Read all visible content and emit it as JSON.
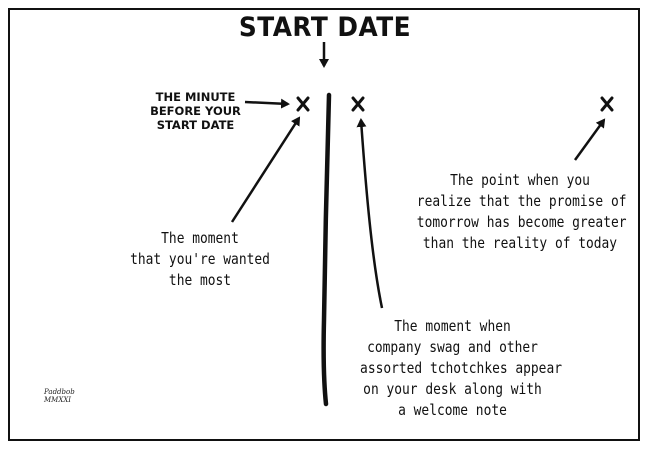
{
  "title": "START DATE",
  "annotations": {
    "minute_before": "THE MINUTE\nBEFORE YOUR\nSTART DATE",
    "most_wanted": "The moment\nthat you're wanted\nthe most",
    "swag": "The moment when\ncompany swag and other\nassorted tchotchkes appear\non your desk along with\na welcome note",
    "tomorrow": "The point when you\nrealize that the promise of\ntomorrow has become greater\nthan the reality of today"
  },
  "signature": "Paddbob\nMMXXI",
  "markers": [
    "x-marker",
    "x-marker",
    "x-marker"
  ],
  "colors": {
    "ink": "#111111",
    "paper": "#ffffff"
  }
}
